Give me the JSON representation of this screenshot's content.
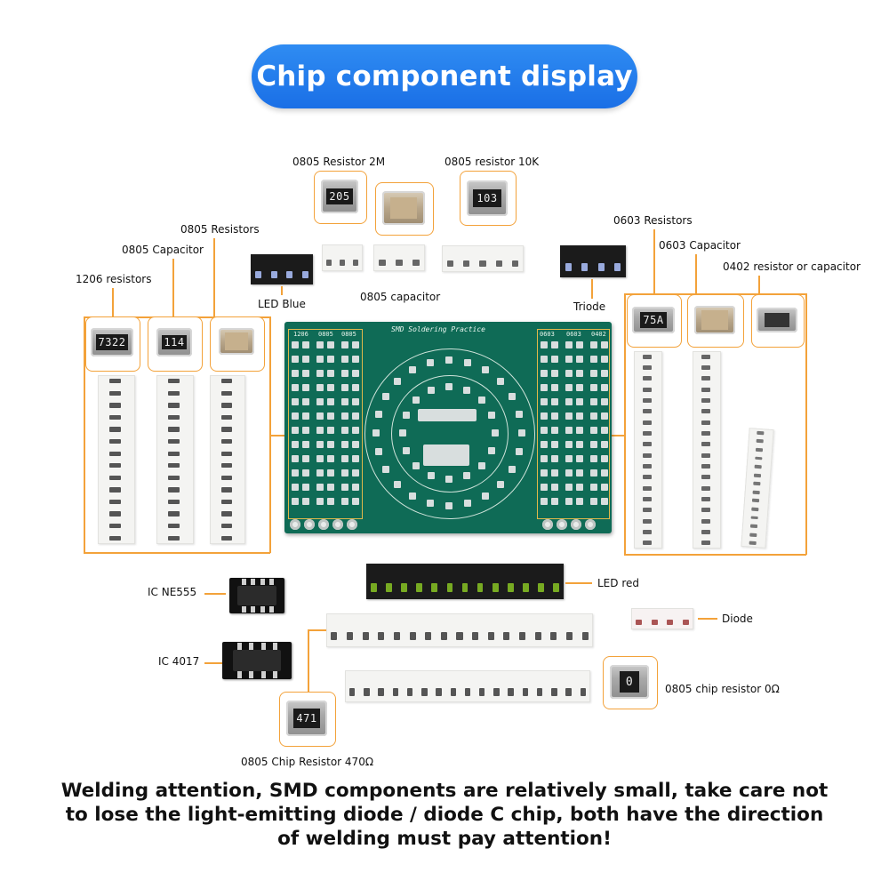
{
  "title": "Chip component display",
  "labels": {
    "r0805_2m": "0805 Resistor 2M",
    "r0805_10k": "0805 resistor 10K",
    "r0805": "0805 Resistors",
    "c0805_top": "0805 Capacitor",
    "r1206": "1206 resistors",
    "led_blue": "LED Blue",
    "c0805": "0805 capacitor",
    "r0603": "0603 Resistors",
    "c0603": "0603 Capacitor",
    "rc0402": "0402 resistor or capacitor",
    "triode": "Triode",
    "ic_ne555": "IC NE555",
    "led_red": "LED red",
    "diode": "Diode",
    "ic_4017": "IC 4017",
    "r0805_0": "0805 chip resistor 0Ω",
    "r0805_470": "0805 Chip Resistor 470Ω"
  },
  "chip_codes": {
    "c205": "205",
    "c103": "103",
    "c7322": "7322",
    "c114": "114",
    "c75a": "75A",
    "c0": "0",
    "c471": "471"
  },
  "pcb": {
    "title": "SMD Soldering Practice",
    "col_1206": "1206",
    "col_0805a": "0805",
    "col_0805b": "0805",
    "col_0603a": "0603",
    "col_0603b": "0603",
    "col_0402": "0402"
  },
  "caption": "Welding attention, SMD components are relatively small, take care not to lose the light-emitting diode / diode C chip, both have the direction of welding must pay attention!",
  "colors": {
    "accent": "#1a6fe6",
    "frame": "#f3a23a",
    "pcb": "#0f6b56"
  }
}
